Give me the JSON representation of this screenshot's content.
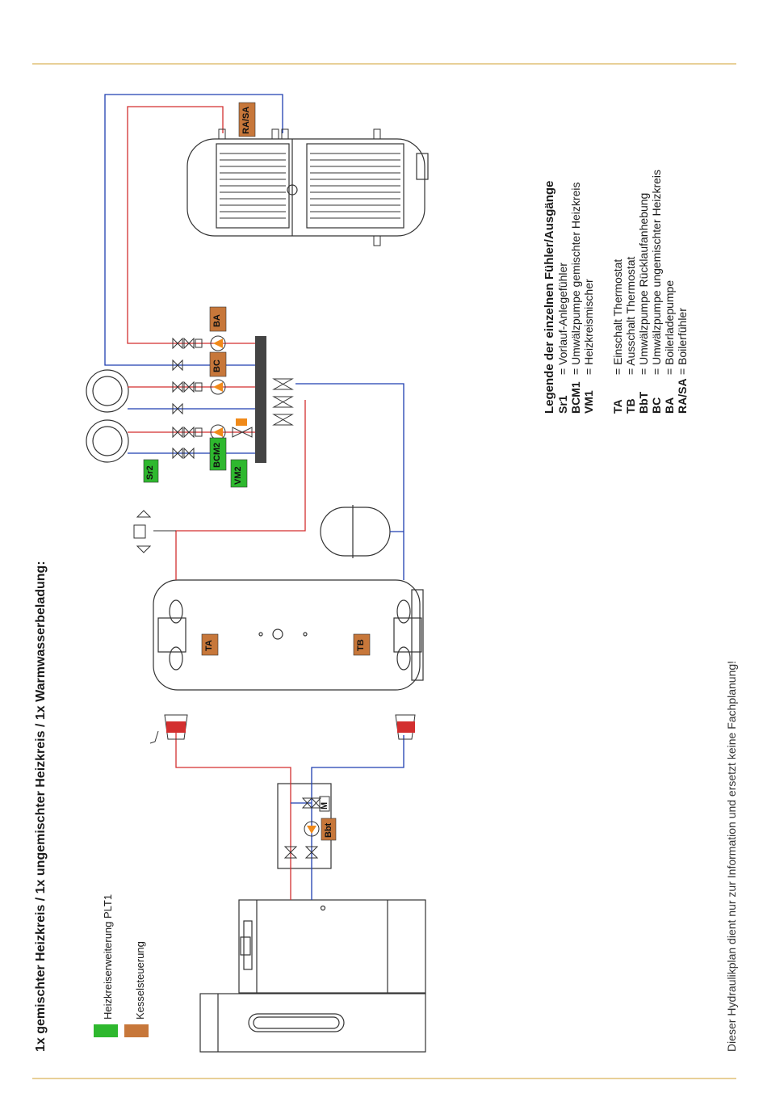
{
  "title": "1x gemischter Heizkreis /  1x ungemischter Heizkreis  / 1x Warmwasserbeladung:",
  "swatch_legend": {
    "items": [
      {
        "label": "Heizkreiserweiterung PLT1",
        "color": "#2eb82e"
      },
      {
        "label": "Kesselsteuerung",
        "color": "#c7773a"
      }
    ]
  },
  "sensor_legend": {
    "heading": "Legende der einzelnen Fühler/Ausgänge",
    "group1": [
      {
        "code": "Sr1",
        "desc": "= Vorlauf-Anlegefühler"
      },
      {
        "code": "BCM1",
        "desc": "= Umwälzpumpe gemischter Heizkreis"
      },
      {
        "code": "VM1",
        "desc": "=  Heizkreismischer"
      }
    ],
    "group2": [
      {
        "code": "TA",
        "desc": "= Einschalt Thermostat"
      },
      {
        "code": "TB",
        "desc": "= Ausschalt Thermostat"
      },
      {
        "code": "BbT",
        "desc": "= Umwälzpumpe Rücklaufanhebung"
      },
      {
        "code": "BC",
        "desc": "= Umwälzpumpe ungemischter Heizkreis"
      },
      {
        "code": "BA",
        "desc": "= Boilerladepumpe"
      },
      {
        "code": "RA/SA",
        "desc": "= Boilerfühler"
      }
    ]
  },
  "tags": {
    "ra_sa": "RA/SA",
    "ba": "BA",
    "bc": "BC",
    "bcm2": "BCM2",
    "vm2": "VM2",
    "sr2": "Sr2",
    "ta": "TA",
    "tb": "TB",
    "bbt": "Bbt",
    "m": "M"
  },
  "footer": "Dieser Hydraulikplan dient nur zur Information und ersetzt keine Fachplanung!",
  "colors": {
    "accent_line": "#d9b45a",
    "supply": "#d32f2f",
    "return": "#1f3fb0",
    "green_tag": "#2eb82e",
    "orange_tag": "#c7773a",
    "pump": "#f08a1a"
  }
}
